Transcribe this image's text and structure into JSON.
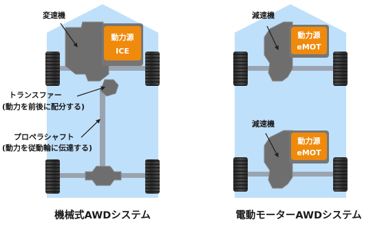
{
  "mechanical": {
    "caption": "機械式AWDシステム",
    "transmission_label": "変速機",
    "power_source": {
      "line1": "動力源",
      "line2": "ICE"
    },
    "transfer_label": {
      "line1": "トランスファー",
      "line2": "(動力を前後に配分する)"
    },
    "propshaft_label": {
      "line1": "プロペラシャフト",
      "line2": "(動力を従動輪に伝達する)"
    }
  },
  "electric": {
    "caption": "電動モーターAWDシステム",
    "front_reducer_label": "減速機",
    "rear_reducer_label": "減速機",
    "front_motor": {
      "line1": "動力源",
      "line2": "eMOT"
    },
    "rear_motor": {
      "line1": "動力源",
      "line2": "eMOT"
    }
  },
  "colors": {
    "car_body": "#bfe0fb",
    "car_outline": "#ffffff",
    "component": "#6e6e6e",
    "component_edge": "#8a8a8a",
    "power_badge": "#ef8a0c",
    "shaft": "#9aa4b0",
    "leader_line": "#222222"
  }
}
